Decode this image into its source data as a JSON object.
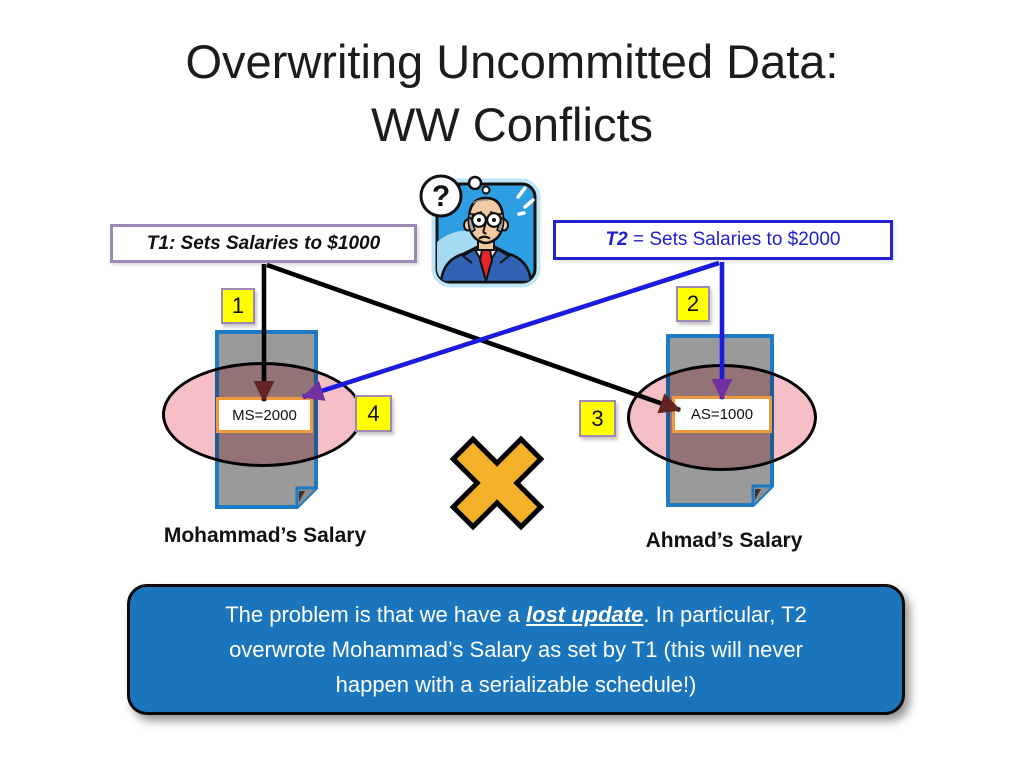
{
  "slide": {
    "title_line1": "Overwriting Uncommitted Data:",
    "title_line2": "WW Conflicts"
  },
  "transactions": {
    "t1_label": "T1: Sets Salaries to $1000",
    "t2_prefix": "T2",
    "t2_rest": " = Sets Salaries to $2000"
  },
  "steps": {
    "s1": "1",
    "s2": "2",
    "s3": "3",
    "s4": "4"
  },
  "records": {
    "left_value": "MS=2000",
    "left_caption": "Mohammad’s Salary",
    "right_value": "AS=1000",
    "right_caption": "Ahmad’s Salary"
  },
  "thought": {
    "question_mark": "?"
  },
  "note": {
    "line1_before": "The problem is that we have a ",
    "line1_highlight": "lost update",
    "line1_after": ". In particular, T2",
    "line2": "overwrote Mohammad’s Salary as set by T1 (this will never",
    "line3": "happen with a serializable schedule!)"
  },
  "icons": {
    "question_thought_icon": "?",
    "worried_man_icon": "cartoon-man-svg",
    "conflict_cross_icon": "✕",
    "document_icon": "folded-corner-page"
  },
  "colors": {
    "t1_border": "#9C8AB4",
    "t2_blue": "#2222CC",
    "arrow_black": "#000000",
    "arrow_blue": "#1B1BE0",
    "arrowhead_dark_red": "#632423",
    "arrowhead_purple": "#7030A0",
    "step_yellow": "#FFFF00",
    "doc_gray": "#9A9A9A",
    "doc_border_blue": "#1F7AC4",
    "ellipse_pink": "#F5BFC5",
    "value_border_orange": "#ED9A3F",
    "cross_gold": "#F3B229",
    "note_blue": "#1B75BD",
    "character_panel_blue": "#2E9EE3"
  }
}
